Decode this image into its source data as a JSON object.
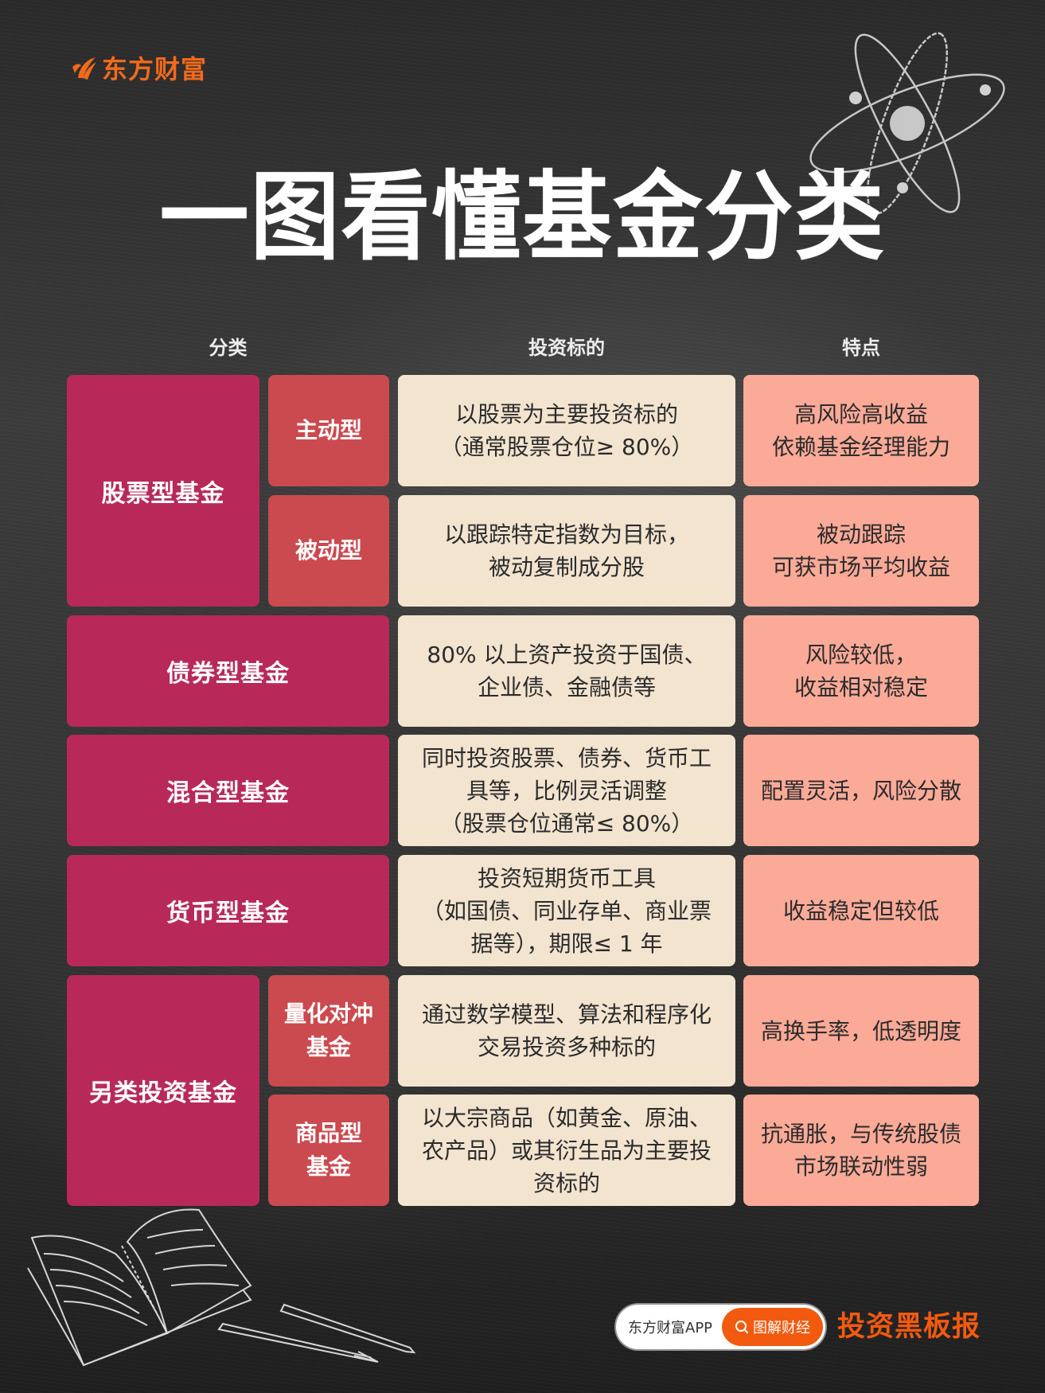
{
  "brand": {
    "name": "东方财富",
    "color": "#F26A1B"
  },
  "title": "一图看懂基金分类",
  "columns": {
    "category": "分类",
    "target": "投资标的",
    "features": "特点"
  },
  "colors": {
    "main_category": "#B8295A",
    "sub_category": "#CB4A4F",
    "target_card": "#F2E4CF",
    "feature_card": "#FBAA98",
    "accent": "#F25A0F"
  },
  "rows": [
    {
      "category": "股票型基金",
      "sub": "主动型",
      "target": "以股票为主要投资标的\n（通常股票仓位≥ 80%）",
      "features": "高风险高收益\n依赖基金经理能力"
    },
    {
      "category": "股票型基金",
      "sub": "被动型",
      "target": "以跟踪特定指数为目标，\n被动复制成分股",
      "features": "被动跟踪\n可获市场平均收益"
    },
    {
      "category": "债券型基金",
      "sub": "",
      "target": "80% 以上资产投资于国债、\n企业债、金融债等",
      "features": "风险较低，\n收益相对稳定"
    },
    {
      "category": "混合型基金",
      "sub": "",
      "target": "同时投资股票、债券、货币工\n具等，比例灵活调整\n（股票仓位通常≤ 80%）",
      "features": "配置灵活，风险分散"
    },
    {
      "category": "货币型基金",
      "sub": "",
      "target": "投资短期货币工具\n（如国债、同业存单、商业票\n据等），期限≤ 1 年",
      "features": "收益稳定但较低"
    },
    {
      "category": "另类投资基金",
      "sub": "量化对冲\n基金",
      "target": "通过数学模型、算法和程序化\n交易投资多种标的",
      "features": "高换手率，低透明度"
    },
    {
      "category": "另类投资基金",
      "sub": "商品型\n基金",
      "target": "以大宗商品（如黄金、原油、\n农产品）或其衍生品为主要投\n资标的",
      "features": "抗通胀，与传统股债\n市场联动性弱"
    }
  ],
  "footer": {
    "app_label": "东方财富APP",
    "search_label": "图解财经",
    "column_name": "投资黑板报"
  },
  "icons": {
    "brand_logo": "flame-wing-icon",
    "search": "search-icon",
    "atom": "atom-icon",
    "notebook": "notebook-icon",
    "pen": "pen-icon",
    "pencil": "pencil-icon"
  }
}
